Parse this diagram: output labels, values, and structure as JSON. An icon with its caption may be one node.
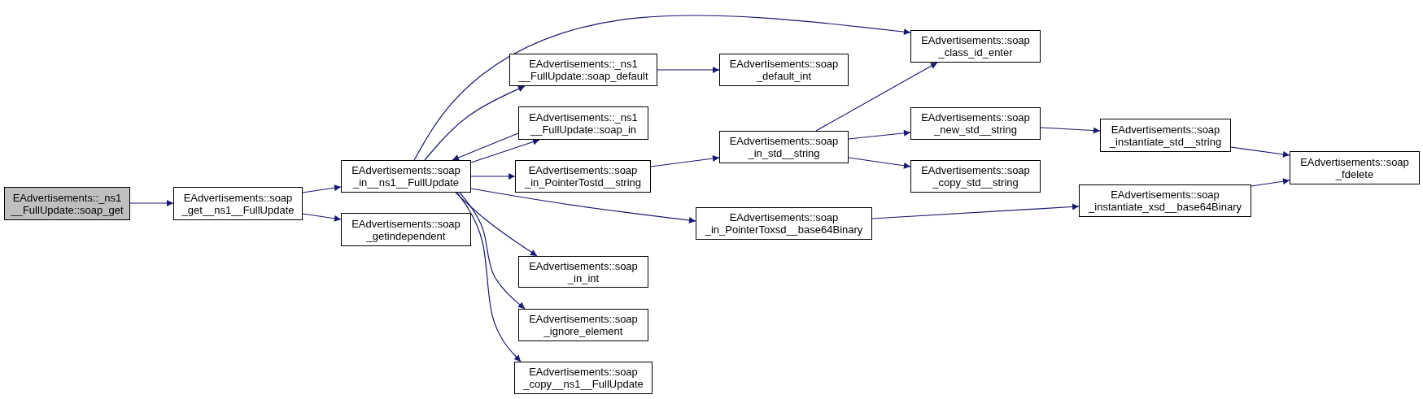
{
  "diagram": {
    "nodes": [
      {
        "text": [
          "EAdvertisements::_ns1 __FullUpdate::soap_get"
        ]
      },
      {
        "text": [
          "EAdvertisements::soap _get__ns1__FullUpdate"
        ]
      },
      {
        "text": [
          "EAdvertisements::soap _in__ns1__FullUpdate"
        ]
      },
      {
        "text": [
          "EAdvertisements::soap _getindependent"
        ]
      },
      {
        "text": [
          "EAdvertisements::soap _class_id_enter"
        ]
      },
      {
        "text": [
          "EAdvertisements::_ns1 __FullUpdate::soap_default"
        ]
      },
      {
        "text": [
          "EAdvertisements::soap _default_int"
        ]
      },
      {
        "text": [
          "EAdvertisements::_ns1 __FullUpdate::soap_in"
        ]
      },
      {
        "text": [
          "EAdvertisements::soap _in_PointerTostd__string"
        ]
      },
      {
        "text": [
          "EAdvertisements::soap _in_std__string"
        ]
      },
      {
        "text": [
          "EAdvertisements::soap _new_std__string"
        ]
      },
      {
        "text": [
          "EAdvertisements::soap _copy_std__string"
        ]
      },
      {
        "text": [
          "EAdvertisements::soap _in_PointerToxsd__base64Binary"
        ]
      },
      {
        "text": [
          "EAdvertisements::soap _instantiate_std__string"
        ]
      },
      {
        "text": [
          "EAdvertisements::soap _instantiate_xsd__base64Binary"
        ]
      },
      {
        "text": [
          "EAdvertisements::soap _fdelete"
        ]
      },
      {
        "text": [
          "EAdvertisements::soap _in_int"
        ]
      },
      {
        "text": [
          "EAdvertisements::soap _ignore_element"
        ]
      },
      {
        "text": [
          "EAdvertisements::soap _copy__ns1__FullUpdate"
        ]
      }
    ],
    "edges": [
      {
        "from": 0,
        "to": 1,
        "arrow": "to"
      },
      {
        "from": 1,
        "to": 2,
        "arrow": "to"
      },
      {
        "from": 1,
        "to": 3,
        "arrow": "to"
      },
      {
        "from": 2,
        "to": 4,
        "arrow": "to"
      },
      {
        "from": 2,
        "to": 5,
        "arrow": "to"
      },
      {
        "from": 2,
        "to": 7,
        "arrow": "to"
      },
      {
        "from": 7,
        "to": 2,
        "arrow": "to"
      },
      {
        "from": 2,
        "to": 8,
        "arrow": "to"
      },
      {
        "from": 2,
        "to": 12,
        "arrow": "to"
      },
      {
        "from": 2,
        "to": 16,
        "arrow": "to"
      },
      {
        "from": 2,
        "to": 17,
        "arrow": "to"
      },
      {
        "from": 2,
        "to": 18,
        "arrow": "to"
      },
      {
        "from": 5,
        "to": 6,
        "arrow": "to"
      },
      {
        "from": 8,
        "to": 9,
        "arrow": "to"
      },
      {
        "from": 9,
        "to": 4,
        "arrow": "to"
      },
      {
        "from": 9,
        "to": 10,
        "arrow": "to"
      },
      {
        "from": 9,
        "to": 11,
        "arrow": "to"
      },
      {
        "from": 10,
        "to": 13,
        "arrow": "to"
      },
      {
        "from": 13,
        "to": 15,
        "arrow": "to"
      },
      {
        "from": 12,
        "to": 14,
        "arrow": "to"
      },
      {
        "from": 14,
        "to": 15,
        "arrow": "to"
      }
    ]
  }
}
